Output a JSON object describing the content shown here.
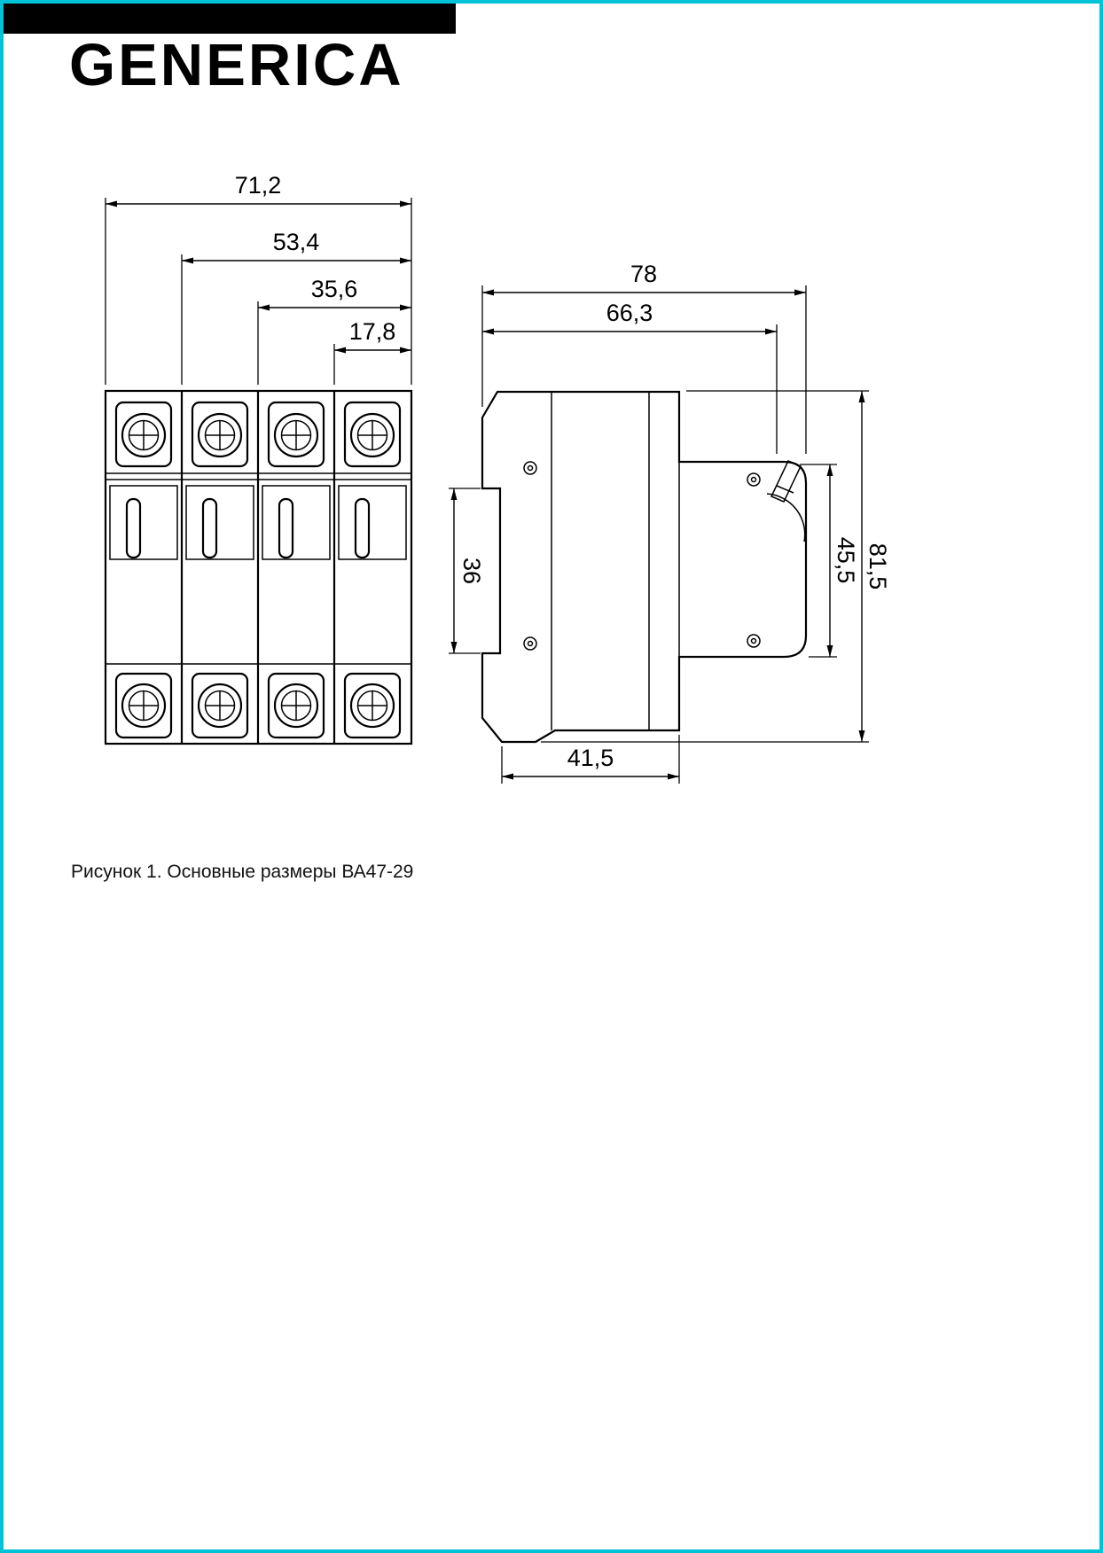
{
  "header": {
    "logo": "GENERICA"
  },
  "figure": {
    "caption": "Рисунок 1. Основные размеры ВА47-29"
  },
  "front_view": {
    "dim_total_width": "71,2",
    "dim_three_pole": "53,4",
    "dim_two_pole": "35,6",
    "dim_one_pole": "17,8"
  },
  "side_view": {
    "dim_depth_total": "78",
    "dim_depth_front": "66,3",
    "dim_din_recess": "36",
    "dim_front_height": "45,5",
    "dim_height_total": "81,5",
    "dim_base_width": "41,5"
  },
  "colors": {
    "page_border": "#00c3d8",
    "brand_bar": "#000000",
    "ink": "#000000",
    "paper": "#ffffff"
  }
}
